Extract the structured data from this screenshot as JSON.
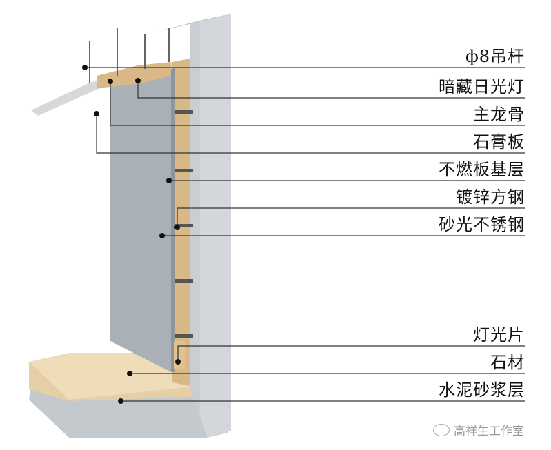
{
  "labels": [
    {
      "text": "ф8吊杆"
    },
    {
      "text": "暗藏日光灯"
    },
    {
      "text": "主龙骨"
    },
    {
      "text": "石膏板"
    },
    {
      "text": "不燃板基层"
    },
    {
      "text": "镀锌方钢"
    },
    {
      "text": "砂光不锈钢"
    },
    {
      "text": "灯光片"
    },
    {
      "text": "石材"
    },
    {
      "text": "水泥砂浆层"
    }
  ],
  "watermark": {
    "text": "高祥生工作室",
    "icon": "wechat-icon"
  },
  "colors": {
    "concrete": "#c9ced3",
    "steel": "#a9b1b6",
    "wood": "#d9b888",
    "stone": "#e8d2ac",
    "line": "#333333"
  }
}
